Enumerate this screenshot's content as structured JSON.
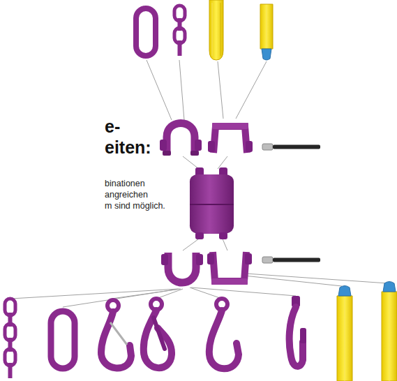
{
  "diagram": {
    "title": "e- eiten:",
    "labels": [
      "binationen",
      "angreichen",
      "m sind möglich."
    ]
  }
}
